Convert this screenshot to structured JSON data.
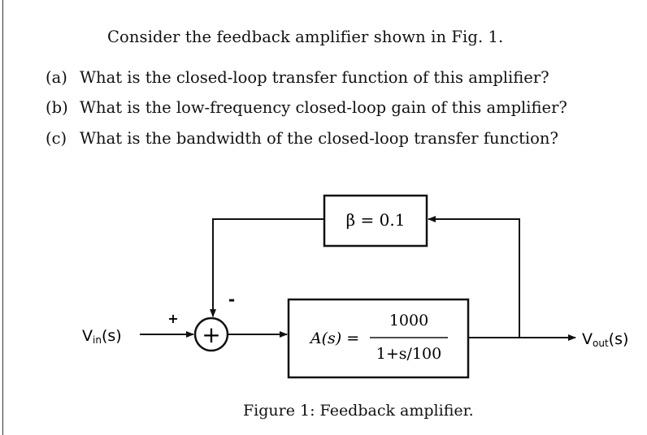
{
  "intro": "Consider the feedback amplifier shown in Fig. 1.",
  "questions": [
    {
      "label": "(a)",
      "text": "What is the closed-loop transfer function of this amplifier?"
    },
    {
      "label": "(b)",
      "text": "What is the low-frequency closed-loop gain of this amplifier?"
    },
    {
      "label": "(c)",
      "text": "What is the bandwidth of the closed-loop transfer function?"
    }
  ],
  "diagram": {
    "feedback_block": "β = 0.1",
    "summer_symbol": "+",
    "summer_plus_sign": "+",
    "summer_minus_sign": "-",
    "input": {
      "main": "V",
      "sub": "in",
      "suffix": "(s)"
    },
    "output": {
      "main": "V",
      "sub": "out",
      "suffix": "(s)"
    },
    "amplifier": {
      "lhs": "A(s) =",
      "numerator": "1000",
      "denominator": "1+s/100"
    }
  },
  "caption": "Figure 1: Feedback amplifier."
}
